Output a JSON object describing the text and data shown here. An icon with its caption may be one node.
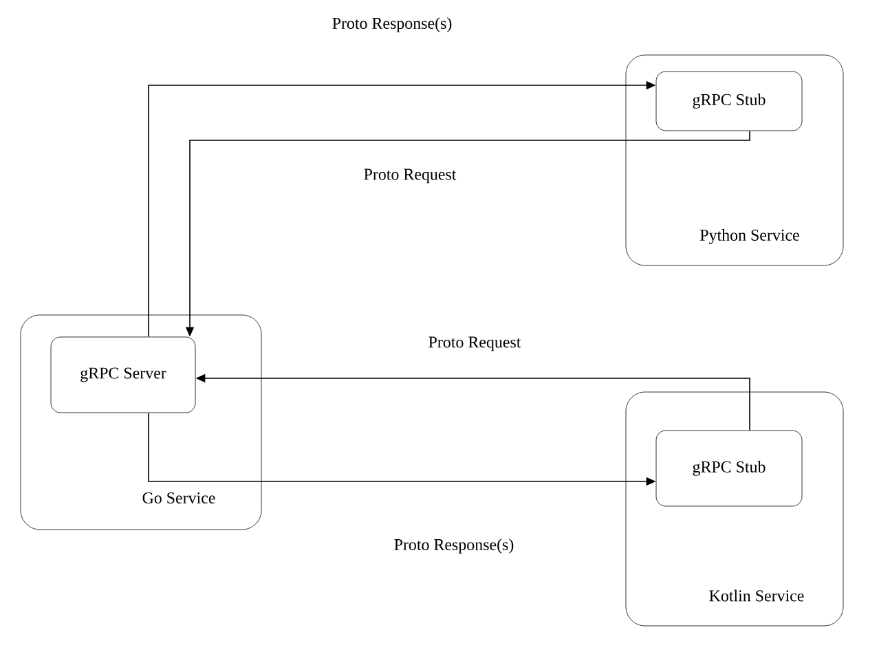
{
  "diagram": {
    "nodes": [
      {
        "text": [
          "Python Service"
        ]
      },
      {
        "text": [
          "gRPC Stub"
        ],
        "in": 0
      },
      {
        "text": [
          "Go Service"
        ]
      },
      {
        "text": [
          "gRPC Server"
        ],
        "in": 2
      },
      {
        "text": [
          "Kotlin Service"
        ]
      },
      {
        "text": [
          "gRPC Stub"
        ],
        "in": 4
      }
    ],
    "edges": [
      {
        "from": 3,
        "to": 1,
        "arrow": "to",
        "label": "Proto Response(s)"
      },
      {
        "from": 1,
        "to": 3,
        "arrow": "to",
        "label": "Proto Request"
      },
      {
        "from": 5,
        "to": 3,
        "arrow": "to",
        "label": "Proto Request"
      },
      {
        "from": 3,
        "to": 5,
        "arrow": "to",
        "label": "Proto Response(s)"
      }
    ]
  }
}
